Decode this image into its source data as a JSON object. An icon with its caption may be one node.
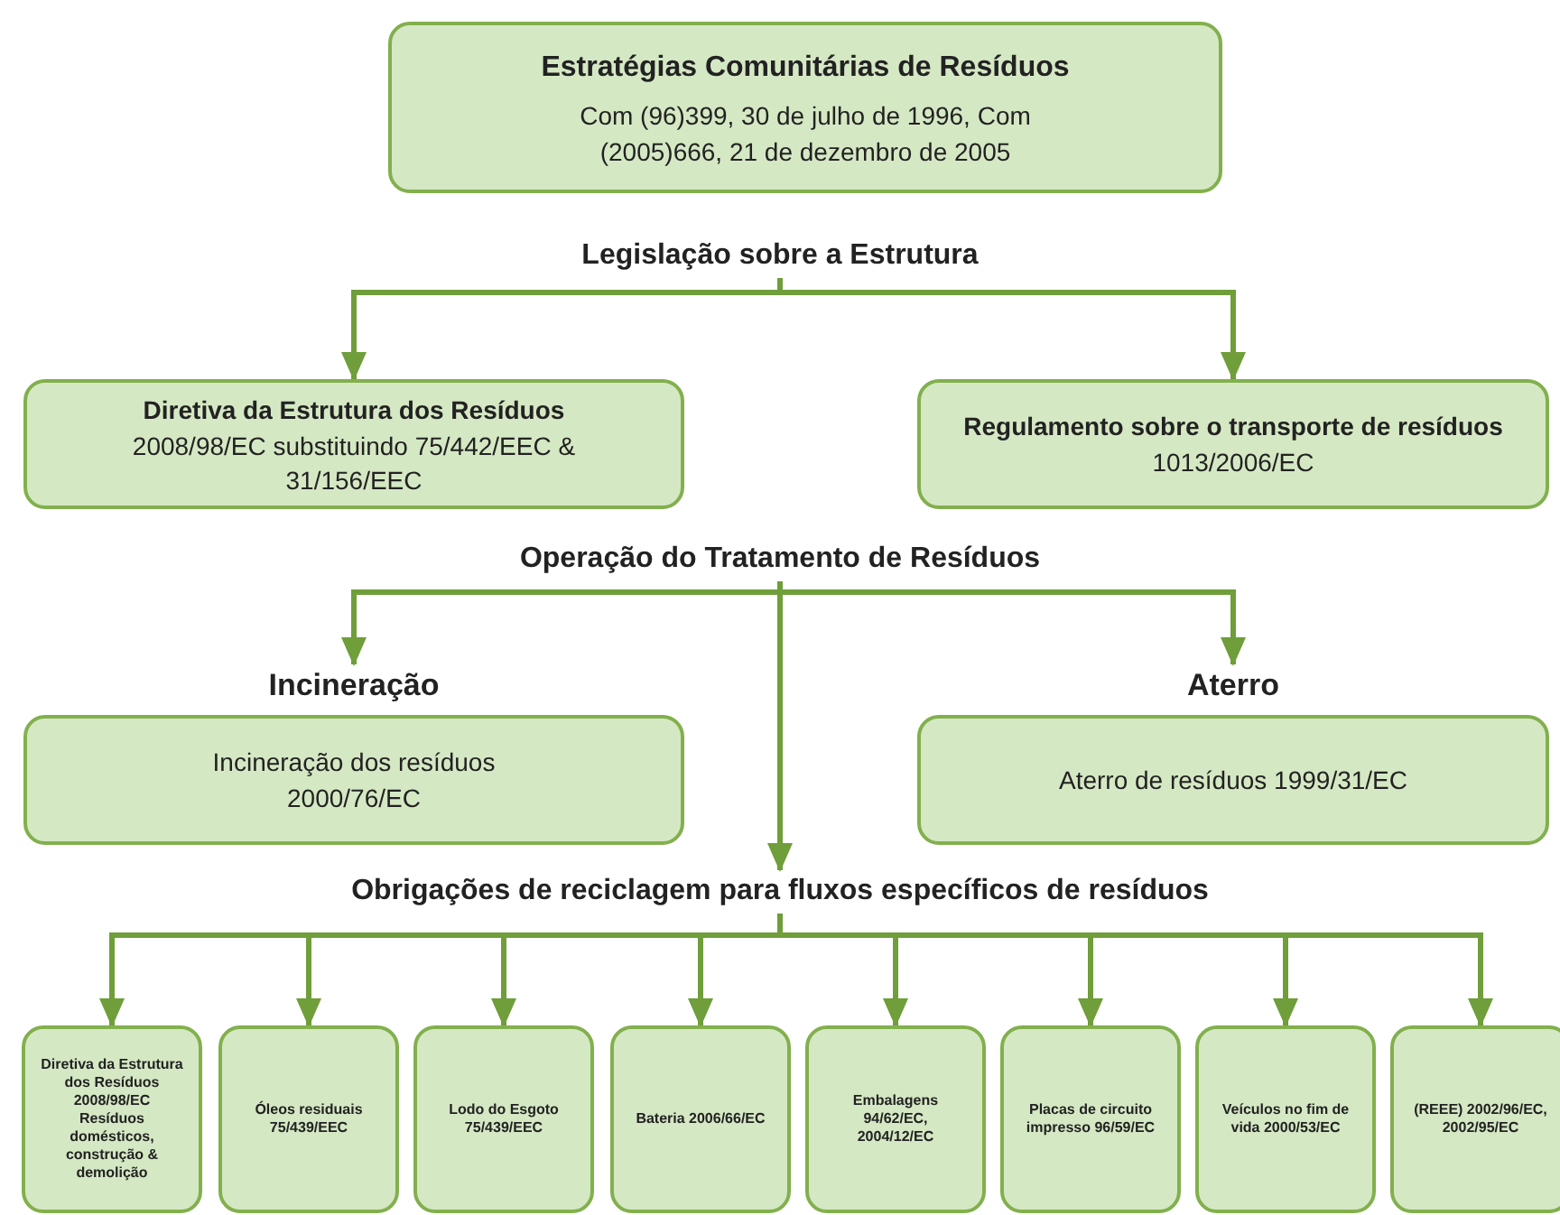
{
  "diagram": {
    "nodes": [
      {
        "text": [
          "Estratégias Comunitárias de Resíduos",
          "Com (96)399, 30 de julho de 1996, Com (2005)666, 21 de dezembro de 2005"
        ]
      },
      {
        "text": [
          "Legislação sobre a Estrutura"
        ]
      },
      {
        "text": [
          "Diretiva da Estrutura dos Resíduos",
          "2008/98/EC substituindo 75/442/EEC & 31/156/EEC"
        ]
      },
      {
        "text": [
          "Regulamento sobre o transporte de resíduos",
          "1013/2006/EC"
        ]
      },
      {
        "text": [
          "Operação do Tratamento de Resíduos"
        ]
      },
      {
        "text": [
          "Incineração",
          "Incineração dos resíduos 2000/76/EC"
        ]
      },
      {
        "text": [
          "Aterro",
          "Aterro de resíduos 1999/31/EC"
        ]
      },
      {
        "text": [
          "Obrigações de reciclagem para fluxos específicos de resíduos"
        ]
      },
      {
        "text": [
          "Diretiva da Estrutura dos Resíduos 2008/98/EC Resíduos domésticos, construção & demolição"
        ]
      },
      {
        "text": [
          "Óleos residuais 75/439/EEC"
        ]
      },
      {
        "text": [
          "Lodo do Esgoto 75/439/EEC"
        ]
      },
      {
        "text": [
          "Bateria 2006/66/EC"
        ]
      },
      {
        "text": [
          "Embalagens 94/62/EC, 2004/12/EC"
        ]
      },
      {
        "text": [
          "Placas de circuito impresso 96/59/EC"
        ]
      },
      {
        "text": [
          "Veículos no fim de vida 2000/53/EC"
        ]
      },
      {
        "text": [
          "(REEE) 2002/96/EC, 2002/95/EC"
        ]
      }
    ],
    "edges": [
      {
        "from": 1,
        "to": 2,
        "arrow": "to"
      },
      {
        "from": 1,
        "to": 3,
        "arrow": "to"
      },
      {
        "from": 4,
        "to": 5,
        "arrow": "to"
      },
      {
        "from": 4,
        "to": 7,
        "arrow": "to"
      },
      {
        "from": 4,
        "to": 6,
        "arrow": "to"
      },
      {
        "from": 7,
        "to": 8,
        "arrow": "to"
      },
      {
        "from": 7,
        "to": 9,
        "arrow": "to"
      },
      {
        "from": 7,
        "to": 10,
        "arrow": "to"
      },
      {
        "from": 7,
        "to": 11,
        "arrow": "to"
      },
      {
        "from": 7,
        "to": 12,
        "arrow": "to"
      },
      {
        "from": 7,
        "to": 13,
        "arrow": "to"
      },
      {
        "from": 7,
        "to": 14,
        "arrow": "to"
      },
      {
        "from": 7,
        "to": 15,
        "arrow": "to"
      }
    ]
  }
}
